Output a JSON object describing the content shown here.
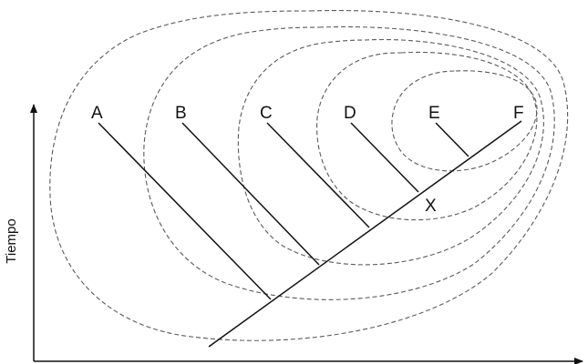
{
  "taxa": [
    "A",
    "B",
    "C",
    "D",
    "E",
    "F"
  ],
  "node_label": "X",
  "y_axis_label": "Tiempo",
  "x_axis_label": "",
  "tree": {
    "nested_clades_dashed": [
      [
        "A",
        "B",
        "C",
        "D",
        "E",
        "F"
      ],
      [
        "B",
        "C",
        "D",
        "E",
        "F"
      ],
      [
        "C",
        "D",
        "E",
        "F"
      ],
      [
        "D",
        "E",
        "F"
      ],
      [
        "E",
        "F"
      ]
    ],
    "labeled_node": {
      "label": "X",
      "clade": [
        "D",
        "E",
        "F"
      ]
    }
  },
  "colors": {
    "ink": "#111111",
    "clade_outline": "#5a5a5a",
    "background": "#ffffff"
  }
}
